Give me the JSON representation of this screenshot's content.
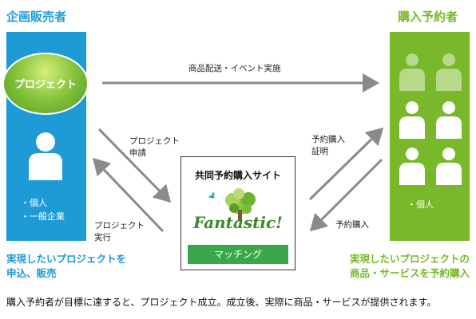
{
  "left": {
    "title": "企画販売者",
    "project_label": "プロジェクト",
    "bullets": [
      "個人",
      "一般企業"
    ],
    "bottom_text": [
      "実現したいプロジェクトを",
      "申込、販売"
    ]
  },
  "right": {
    "title": "購入予約者",
    "bullets": [
      "個人"
    ],
    "bottom_text": [
      "実現したいプロジェクトの",
      "商品・サービスを予約購入"
    ]
  },
  "center": {
    "title": "共同予約購入サイト",
    "logo_text": "Fantastic!",
    "matching_label": "マッチング"
  },
  "arrows": {
    "top": "商品配送・イベント実施",
    "left_upper": [
      "プロジェクト",
      "申請"
    ],
    "left_lower": [
      "プロジェクト",
      "実行"
    ],
    "right_upper": [
      "予約購入",
      "証明"
    ],
    "right_lower": "予約購入"
  },
  "footer": "購入予約者が目標に達すると、プロジェクト成立。成立後、実際に商品・サービスが提供されます。",
  "colors": {
    "blue": "#1e9ad6",
    "green": "#78b82a",
    "lime_circle": "#8cc63f",
    "arrow_gray": "#8a8a8a",
    "matching_green": "#3aa84a"
  }
}
